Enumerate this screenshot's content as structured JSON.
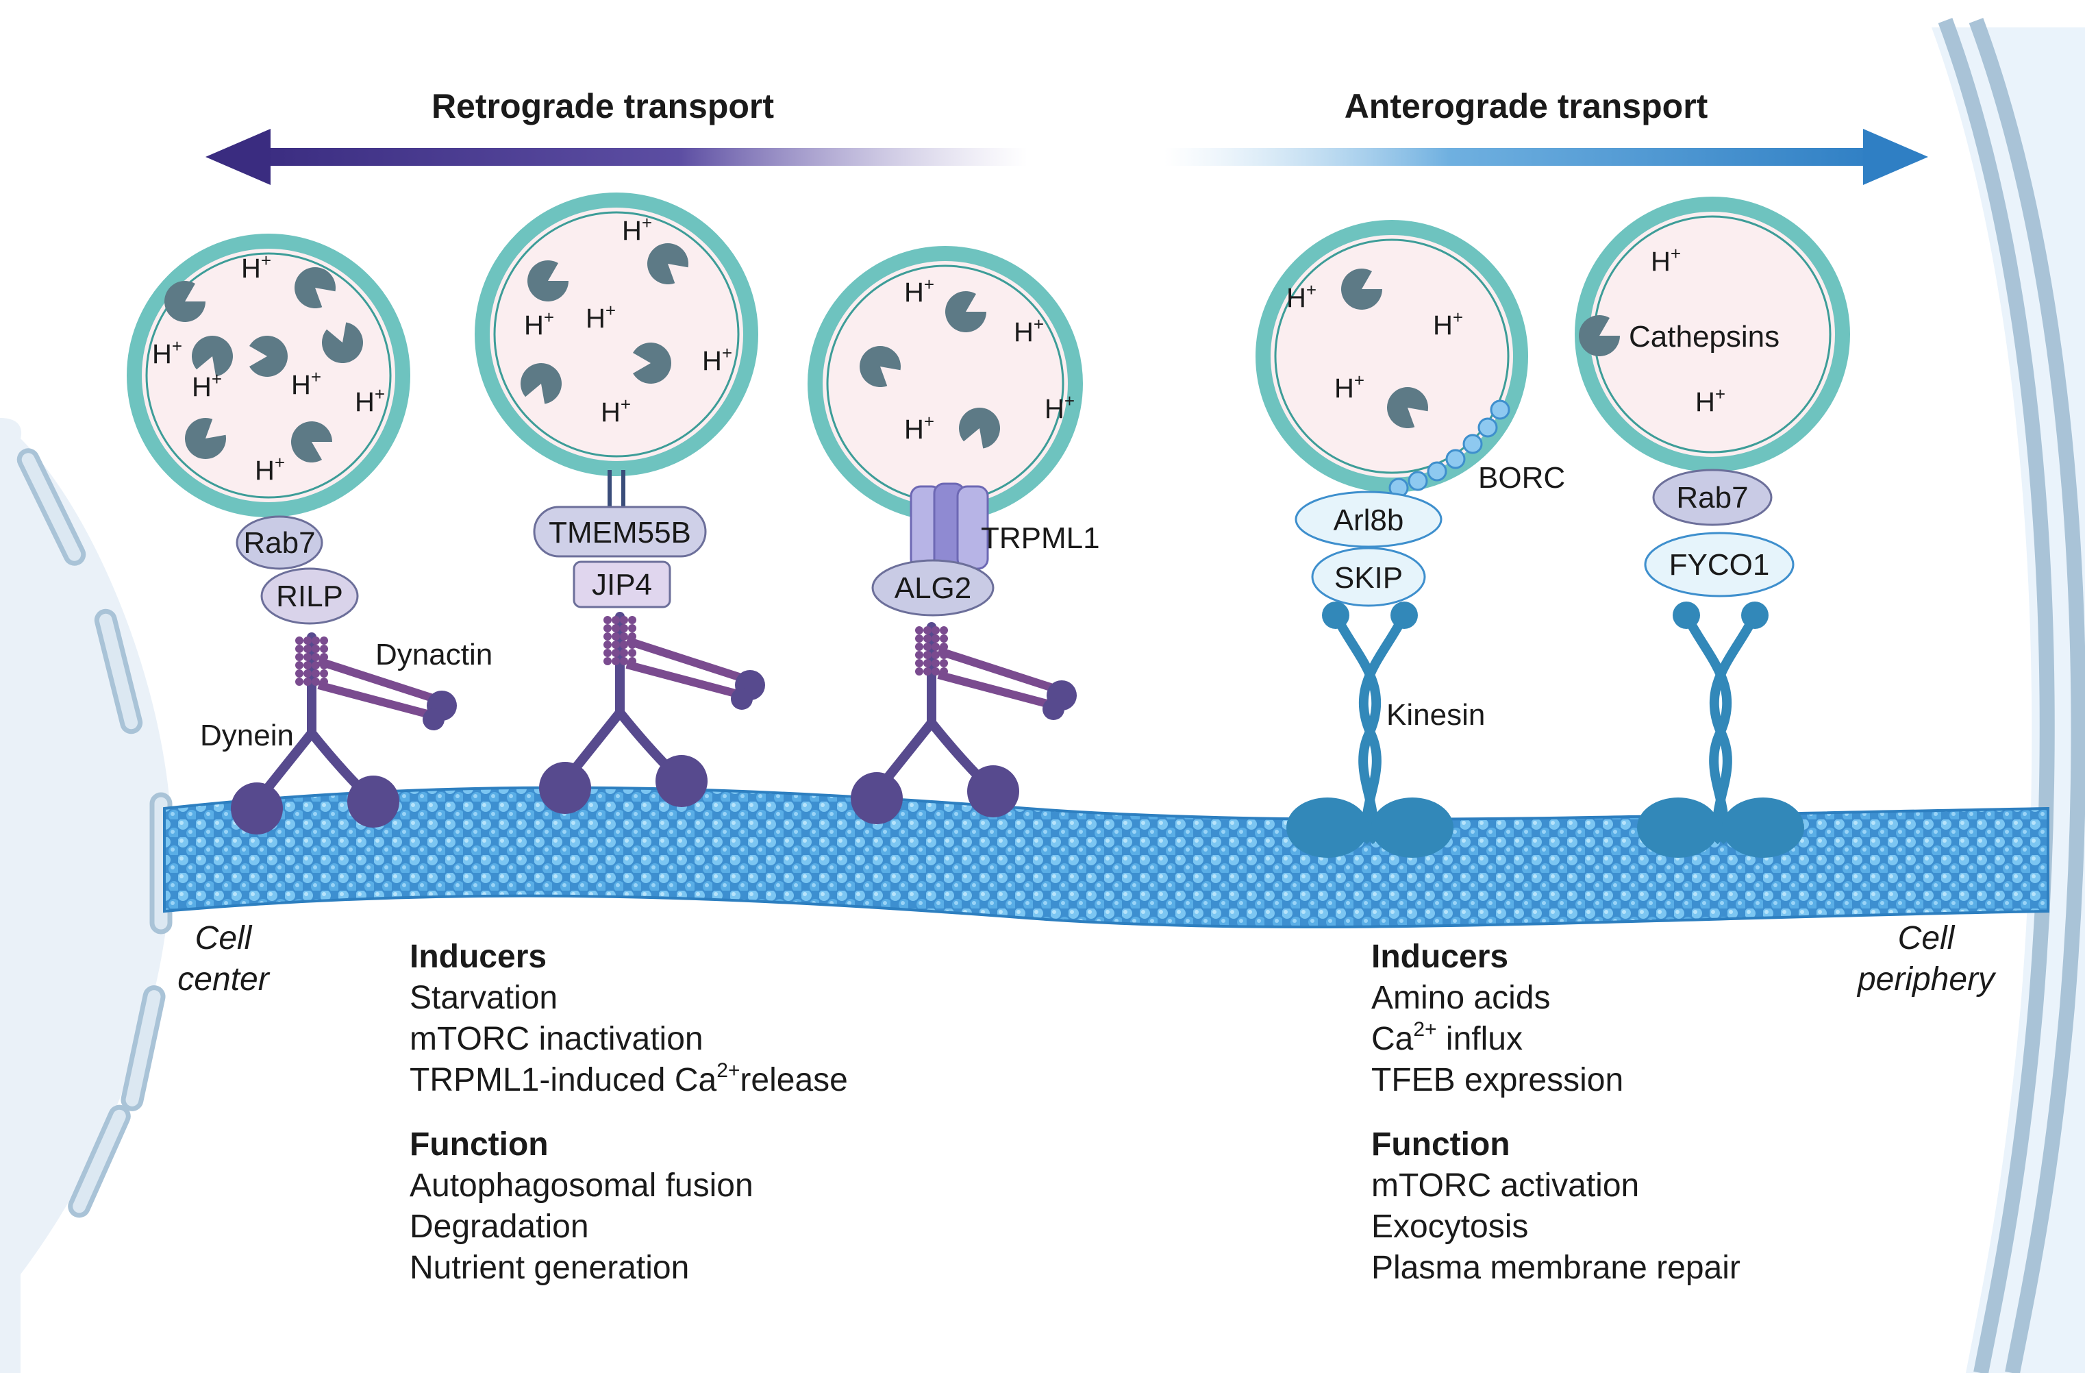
{
  "header": {
    "retrograde": "Retrograde transport",
    "anterograde": "Anterograde transport"
  },
  "edges": {
    "center_line1": "Cell",
    "center_line2": "center",
    "periphery_line1": "Cell",
    "periphery_line2": "periphery"
  },
  "proton": "H",
  "proton_sup": "+",
  "complexes": {
    "c1": {
      "adaptor_top": "Rab7",
      "adaptor_bottom": "RILP",
      "label_right": "Dynactin",
      "label_motor": "Dynein"
    },
    "c2": {
      "adaptor_top": "TMEM55B",
      "adaptor_bottom": "JIP4"
    },
    "c3": {
      "adaptor_bottom": "ALG2",
      "channel_label": "TRPML1"
    },
    "c4": {
      "adaptor_top": "Arl8b",
      "adaptor_bottom": "SKIP",
      "side_label": "BORC",
      "motor_label": "Kinesin"
    },
    "c5": {
      "adaptor_top": "Rab7",
      "adaptor_bottom": "FYCO1",
      "cargo_label": "Cathepsins"
    }
  },
  "retro_text": {
    "inducers_head": "Inducers",
    "inducers": [
      "Starvation",
      "mTORC inactivation"
    ],
    "inducer3_pre": "TRPML1-induced Ca",
    "inducer3_sup": "2+",
    "inducer3_post": "release",
    "function_head": "Function",
    "functions": [
      "Autophagosomal fusion",
      "Degradation",
      "Nutrient generation"
    ]
  },
  "antero_text": {
    "inducers_head": "Inducers",
    "inducer1": "Amino acids",
    "inducer2_pre": "Ca",
    "inducer2_sup": "2+",
    "inducer2_post": " influx",
    "inducer3": "TFEB expression",
    "function_head": "Function",
    "functions": [
      "mTORC activation",
      "Exocytosis",
      "Plasma membrane repair"
    ]
  },
  "colors": {
    "retro_arrow": "#3b2a82",
    "antero_arrow": "#3a84c8",
    "lysosome_fill": "#fbeef0",
    "lysosome_ring": "#6ec3bf",
    "enzyme": "#5d7a86",
    "dynein": "#574a8e",
    "dynactin": "#7a4b8f",
    "kinesin": "#3288b9",
    "microtubule": "#5fb4e6",
    "nucleus": "#e8f0f8",
    "membrane": "#a9c3d7"
  }
}
